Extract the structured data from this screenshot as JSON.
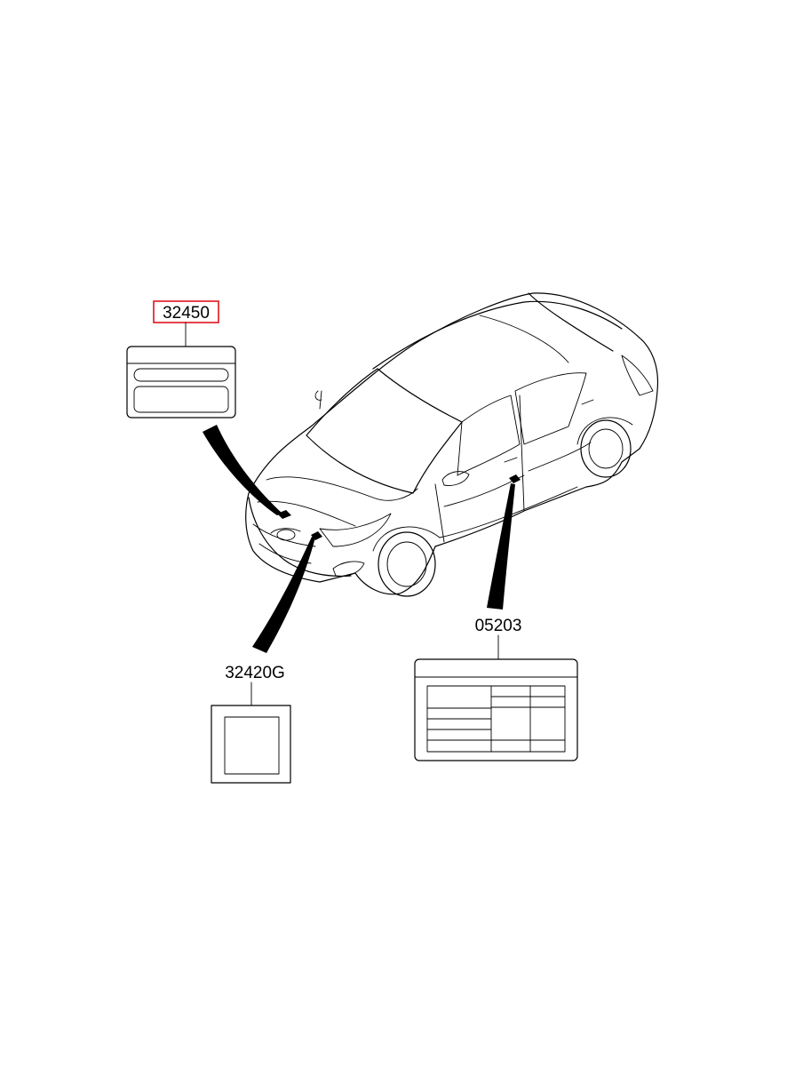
{
  "parts": [
    {
      "id": "label-a",
      "number": "32450",
      "highlighted": true,
      "highlight_color": "#e0141e"
    },
    {
      "id": "label-b",
      "number": "32420G",
      "highlighted": false
    },
    {
      "id": "label-c",
      "number": "05203",
      "highlighted": false
    }
  ],
  "vehicle": {
    "icon": "sedan-car-illustration"
  },
  "colors": {
    "ink": "#000000",
    "background": "#ffffff",
    "highlight": "#e0141e"
  }
}
